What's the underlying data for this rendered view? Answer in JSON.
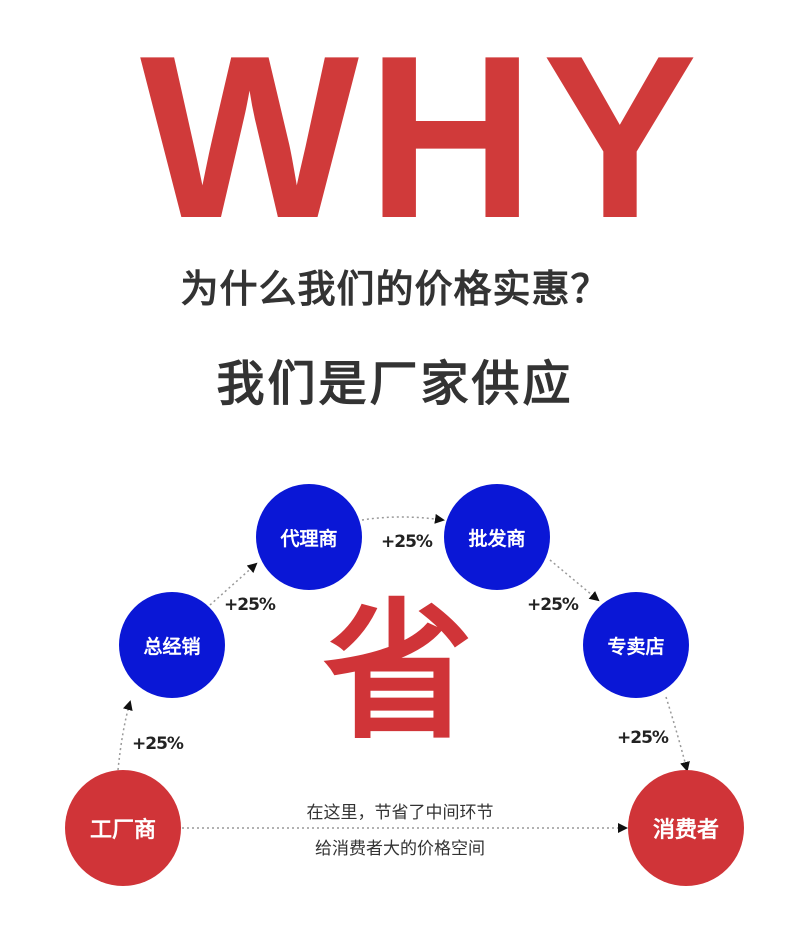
{
  "header": {
    "title": "WHY",
    "question": "为什么我们的价格实惠？",
    "answer": "我们是厂家供应"
  },
  "diagram": {
    "center_char": "省",
    "nodes": [
      {
        "label": "工厂商",
        "color": "#d03438"
      },
      {
        "label": "总经销",
        "color": "#0a17d6"
      },
      {
        "label": "代理商",
        "color": "#0a17d6"
      },
      {
        "label": "批发商",
        "color": "#0a17d6"
      },
      {
        "label": "专卖店",
        "color": "#0a17d6"
      },
      {
        "label": "消费者",
        "color": "#d03438"
      }
    ],
    "markups": [
      "+25%",
      "+25%",
      "+25%",
      "+25%",
      "+25%"
    ],
    "note_line1": "在这里，节省了中间环节",
    "note_line2": "给消费者大的价格空间"
  },
  "colors": {
    "accent_red": "#d03438",
    "node_blue": "#0a17d6",
    "text_dark": "#333333"
  }
}
